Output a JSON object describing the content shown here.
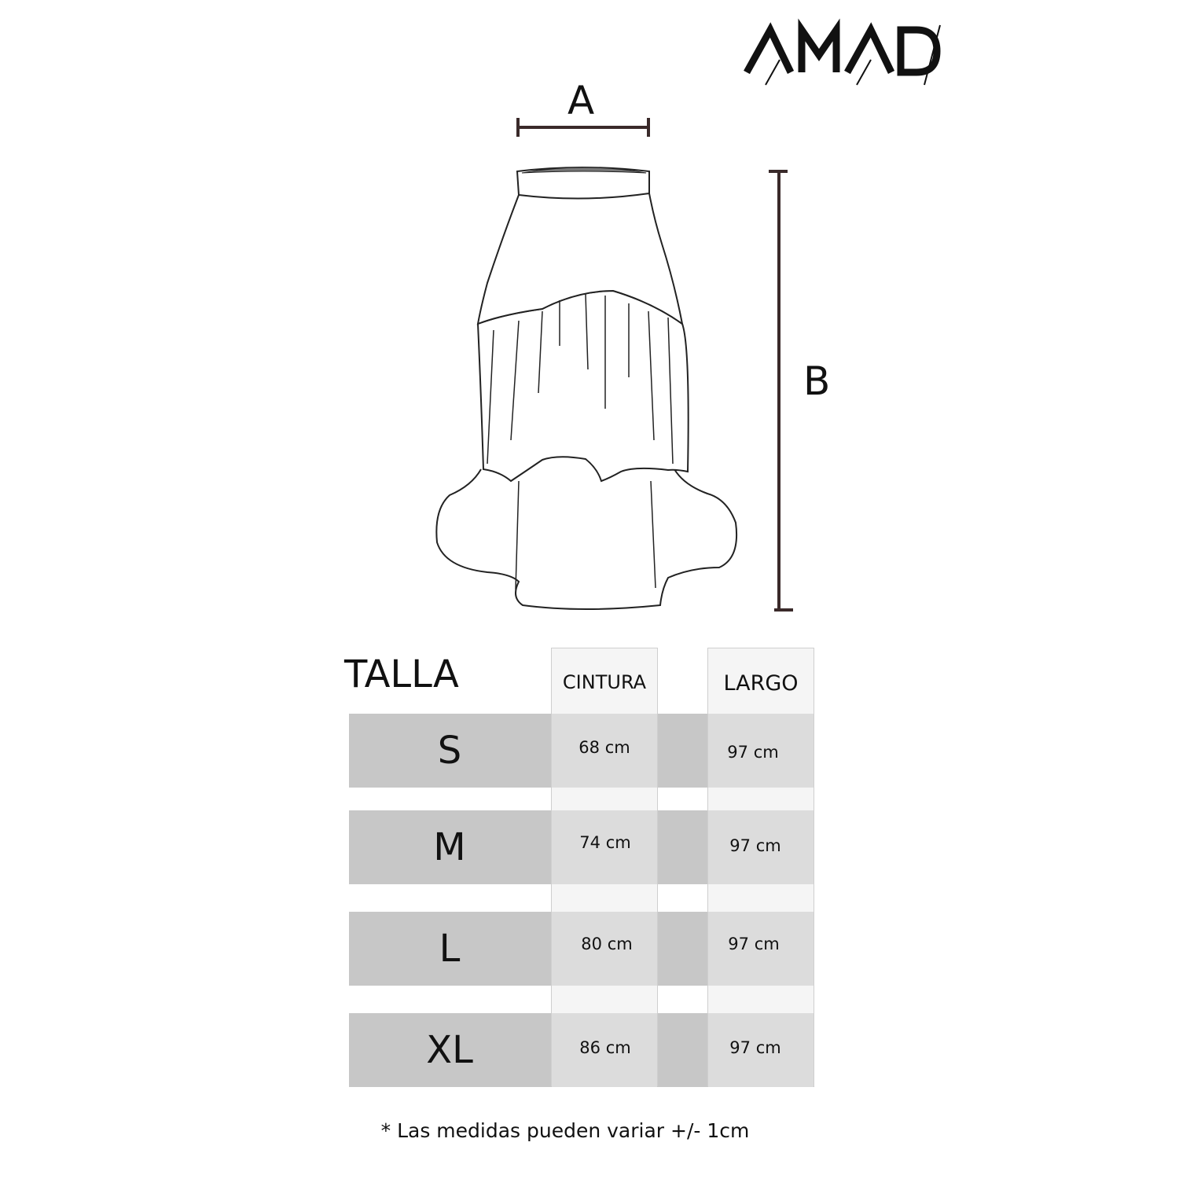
{
  "brand": {
    "logo_text": "AMAD"
  },
  "diagram": {
    "label_a": "A",
    "label_b": "B"
  },
  "table": {
    "size_header": "TALLA",
    "columns": [
      "CINTURA",
      "LARGO"
    ],
    "rows": [
      {
        "size": "S",
        "cintura": "68 cm",
        "largo": "97 cm"
      },
      {
        "size": "M",
        "cintura": "74 cm",
        "largo": "97 cm"
      },
      {
        "size": "L",
        "cintura": "80 cm",
        "largo": "97 cm"
      },
      {
        "size": "XL",
        "cintura": "86 cm",
        "largo": "97 cm"
      }
    ]
  },
  "note": "* Las medidas pueden variar +/- 1cm",
  "colors": {
    "row_band": "#c7c7c7",
    "column_cell": "#dcdcdc",
    "column_bg": "#f5f5f5",
    "ink": "#111111"
  }
}
